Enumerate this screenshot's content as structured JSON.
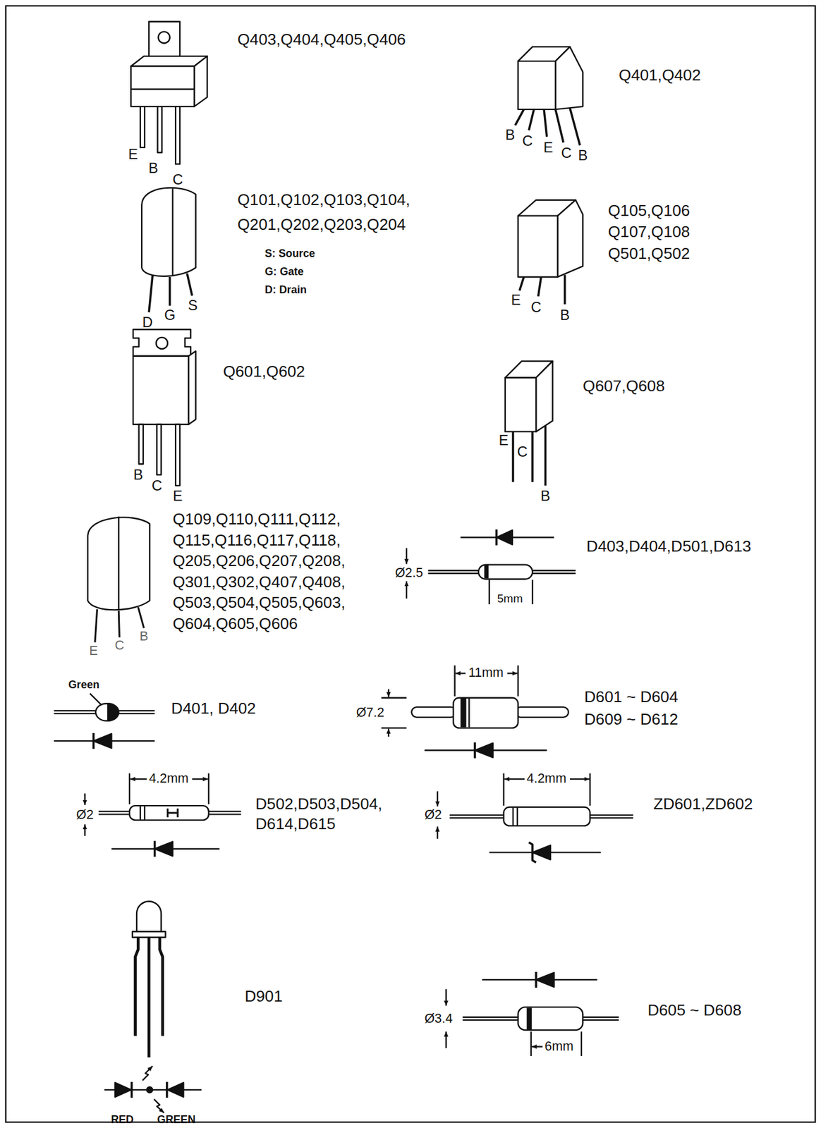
{
  "diagram": {
    "labels": [
      "Q403,Q404,Q405,Q406",
      "E",
      "B",
      "C",
      "Q401,Q402",
      "B",
      "C",
      "E",
      "C",
      "B",
      "Q101,Q102,Q103,Q104, Q201,Q202,Q203,Q204",
      "S: Source",
      "G: Gate",
      "D: Drain",
      "D",
      "G",
      "S",
      "Q105,Q106 Q107,Q108 Q501,Q502",
      "E",
      "C",
      "B",
      "Q601,Q602",
      "B",
      "C",
      "E",
      "Q607,Q608",
      "E",
      "C",
      "B",
      "Q109,Q110,Q111,Q112, Q115,Q116,Q117,Q118, Q205,Q206,Q207,Q208, Q301,Q302,Q407,Q408, Q503,Q504,Q505,Q603, Q604,Q605,Q606",
      "E",
      "C",
      "B",
      "Ø2.5",
      "5mm",
      "D403,D404,D501,D613",
      "Green",
      "D401, D402",
      "11mm",
      "Ø7.2",
      "D601 ~ D604 D609 ~ D612",
      "4.2mm",
      "Ø2",
      "D502,D503,D504, D614,D615",
      "4.2mm",
      "Ø2",
      "ZD601,ZD602",
      "D901",
      "RED",
      "GREEN",
      "Ø3.4",
      "6mm",
      "D605 ~ D608"
    ]
  }
}
